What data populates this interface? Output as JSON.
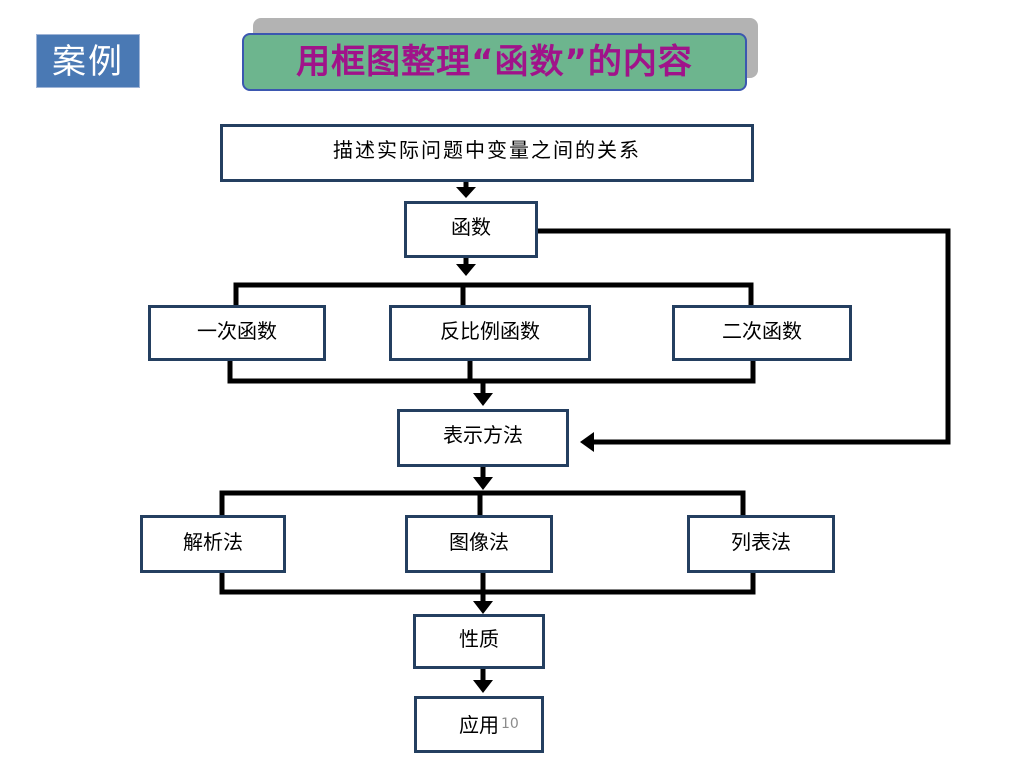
{
  "tag": "案例",
  "banner_title": "用框图整理“函数”的内容",
  "boxes": {
    "relation": "描述实际问题中变量之间的关系",
    "function": "函数",
    "linear": "一次函数",
    "inverse": "反比例函数",
    "quadratic": "二次函数",
    "representation": "表示方法",
    "analytic": "解析法",
    "graph": "图像法",
    "table": "列表法",
    "properties": "性质",
    "application": "应用"
  },
  "page_number": "10",
  "colors": {
    "tag_bg": "#4a79b4",
    "banner_bg": "#6db58e",
    "banner_text": "#a0138a",
    "box_border": "#243f60",
    "line": "#000000"
  }
}
